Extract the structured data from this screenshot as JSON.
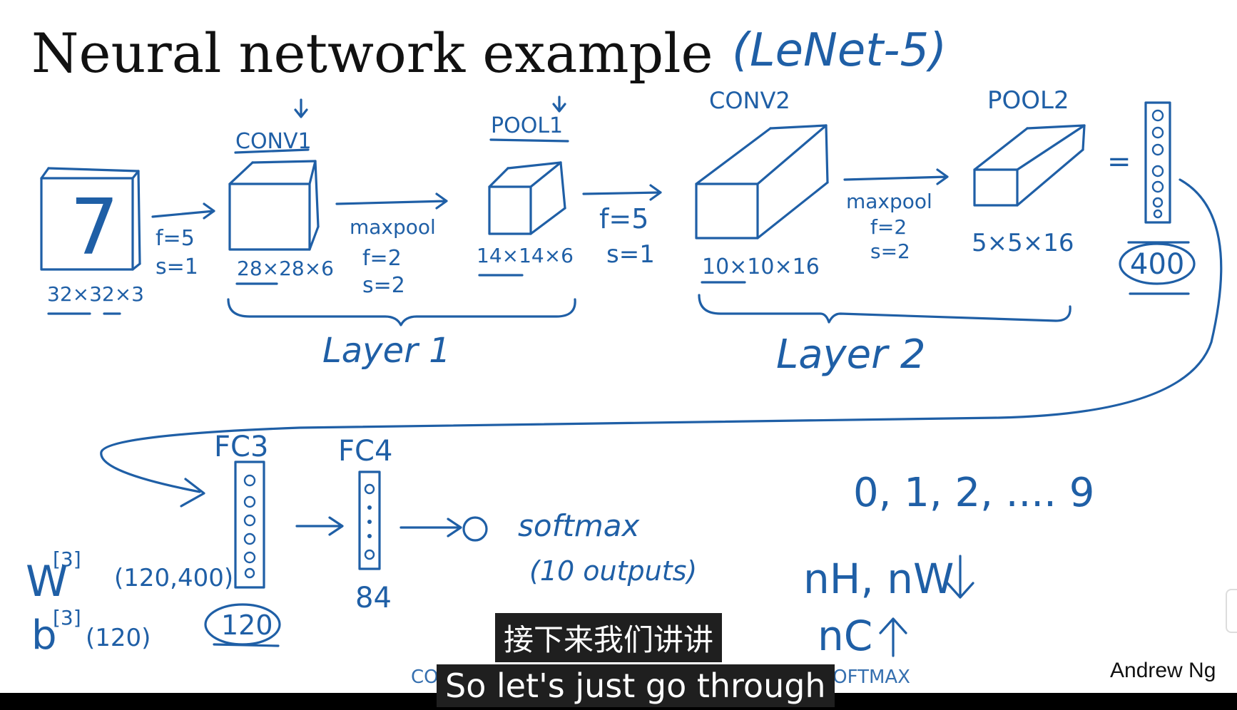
{
  "slide": {
    "title": "Neural network example",
    "subtitle_handwritten": "(LeNet-5)",
    "author": "Andrew Ng"
  },
  "pipeline": {
    "input": {
      "digit": "7",
      "dims": "32×32×3"
    },
    "conv1_params": {
      "f": "f=5",
      "s": "s=1"
    },
    "conv1": {
      "label": "CONV1",
      "dims": "28×28×6"
    },
    "pool1_params": {
      "name": "maxpool",
      "f": "f=2",
      "s": "s=2"
    },
    "pool1": {
      "label": "POOL1",
      "dims": "14×14×6"
    },
    "conv2_params": {
      "f": "f=5",
      "s": "s=1"
    },
    "conv2": {
      "label": "CONV2",
      "dims": "10×10×16"
    },
    "pool2_params": {
      "name": "maxpool",
      "f": "f=2",
      "s": "s=2"
    },
    "pool2": {
      "label": "POOL2",
      "dims": "5×5×16"
    },
    "flatten": {
      "equals": "=",
      "count": "400"
    },
    "layer1": "Layer 1",
    "layer2": "Layer 2"
  },
  "fc": {
    "fc3": {
      "label": "FC3",
      "count": "120"
    },
    "fc4": {
      "label": "FC4",
      "count": "84"
    },
    "w3": {
      "symbol": "W",
      "sup": "[3]",
      "shape": "(120,400)"
    },
    "b3": {
      "symbol": "b",
      "sup": "[3]",
      "shape": "(120)"
    },
    "softmax": "softmax",
    "outputs": "(10 outputs)"
  },
  "notes": {
    "classes": "0, 1, 2, .... 9",
    "nh_nw": "nH, nW",
    "nc": "nC",
    "arch": "CONV - POOL - CONV - POOL - FC - FC - FC - SOFTMAX"
  },
  "subtitles": {
    "zh": "接下来我们讲讲",
    "en": "So let's just go through"
  },
  "colors": {
    "ink": "#1f5fa6",
    "text": "#111111",
    "caption_bg": "#1f1f1f"
  }
}
